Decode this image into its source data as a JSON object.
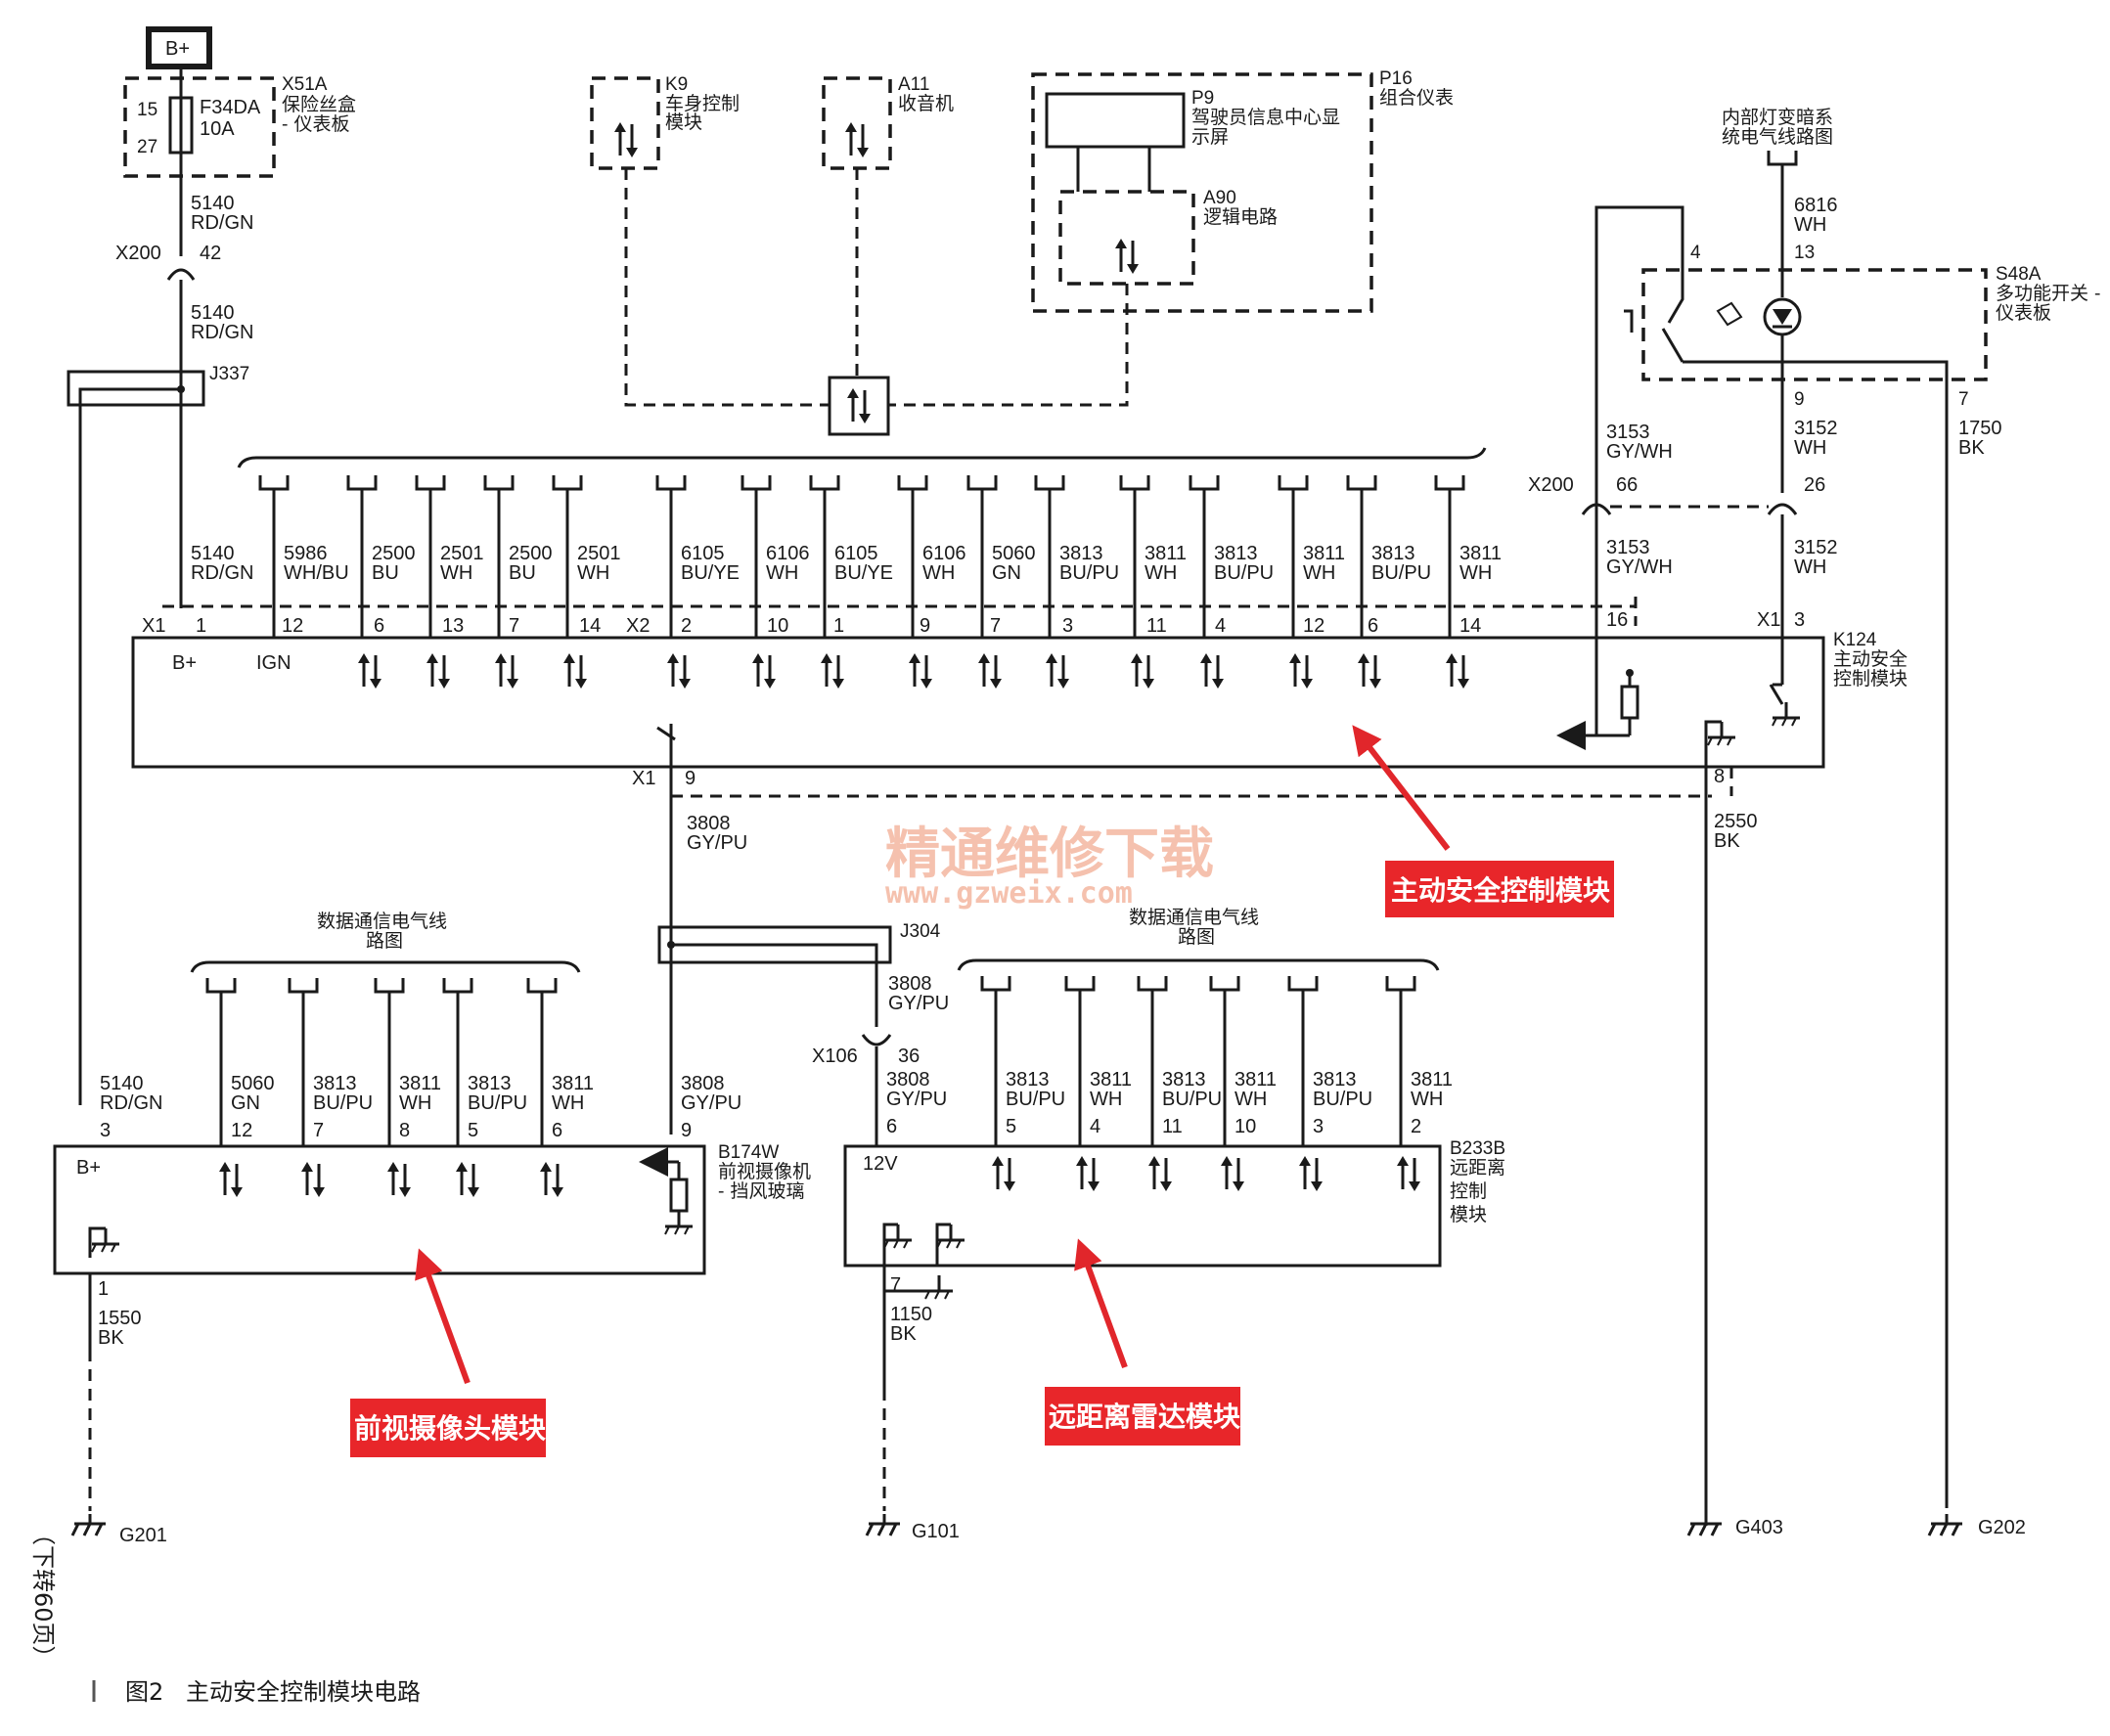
{
  "battery_label": "B+",
  "fuse_box": {
    "id": "X51A",
    "name": "保险丝盒",
    "name2": "- 仪表板",
    "fuse": "F34DA",
    "rating": "10A",
    "pin_in": "15",
    "pin_out": "27"
  },
  "k9": {
    "id": "K9",
    "name": "车身控制",
    "name2": "模块"
  },
  "a11": {
    "id": "A11",
    "name": "收音机"
  },
  "p16": {
    "id": "P16",
    "name": "组合仪表"
  },
  "p9": {
    "id": "P9",
    "name": "驾驶员信息中心显",
    "name2": "示屏"
  },
  "a90": {
    "id": "A90",
    "name": "逻辑电路"
  },
  "interior_light": {
    "line1": "内部灯变暗系",
    "line2": "统电气线路图"
  },
  "s48a": {
    "id": "S48A",
    "name": "多功能开关 -",
    "name2": "仪表板",
    "pin_top": "4",
    "pin_led": "13",
    "pin_out": "9",
    "pin_gnd": "7"
  },
  "wire_5140": {
    "num": "5140",
    "color": "RD/GN"
  },
  "x200": {
    "id": "X200",
    "pin_a": "42",
    "pin_b": "66",
    "pin_c": "26"
  },
  "j337": "J337",
  "j304": "J304",
  "x106": {
    "id": "X106",
    "pin": "36"
  },
  "wire_6816": {
    "num": "6816",
    "color": "WH"
  },
  "wire_3153": {
    "num": "3153",
    "color": "GY/WH"
  },
  "wire_3152": {
    "num": "3152",
    "color": "WH"
  },
  "wire_1750": {
    "num": "1750",
    "color": "BK"
  },
  "k124": {
    "id": "K124",
    "name": "主动安全",
    "name2": "控制模块",
    "conn_x1": "X1",
    "conn_x2": "X2",
    "bplus": "B+",
    "ign": "IGN",
    "pin_9": "9",
    "pin_16": "16",
    "pin_3": "3",
    "pin_8": "8",
    "wires": [
      {
        "num": "5140",
        "color": "RD/GN",
        "pin": "1"
      },
      {
        "num": "5986",
        "color": "WH/BU",
        "pin": "12"
      },
      {
        "num": "2500",
        "color": "BU",
        "pin": "6"
      },
      {
        "num": "2501",
        "color": "WH",
        "pin": "13"
      },
      {
        "num": "2500",
        "color": "BU",
        "pin": "7"
      },
      {
        "num": "2501",
        "color": "WH",
        "pin": "14"
      },
      {
        "num": "6105",
        "color": "BU/YE",
        "pin": "2"
      },
      {
        "num": "6106",
        "color": "WH",
        "pin": "10"
      },
      {
        "num": "6105",
        "color": "BU/YE",
        "pin": "1"
      },
      {
        "num": "6106",
        "color": "WH",
        "pin": "9"
      },
      {
        "num": "5060",
        "color": "GN",
        "pin": "7"
      },
      {
        "num": "3813",
        "color": "BU/PU",
        "pin": "3"
      },
      {
        "num": "3811",
        "color": "WH",
        "pin": "11"
      },
      {
        "num": "3813",
        "color": "BU/PU",
        "pin": "4"
      },
      {
        "num": "3811",
        "color": "WH",
        "pin": "12"
      },
      {
        "num": "3813",
        "color": "BU/PU",
        "pin": "6"
      },
      {
        "num": "3811",
        "color": "WH",
        "pin": "14"
      }
    ]
  },
  "wire_3808": {
    "num": "3808",
    "color": "GY/PU"
  },
  "wire_2550": {
    "num": "2550",
    "color": "BK"
  },
  "data_comm": {
    "line1": "数据通信电气线",
    "line2": "路图"
  },
  "b174w": {
    "id": "B174W",
    "name": "前视摄像机",
    "name2": "- 挡风玻璃",
    "bplus": "B+",
    "wires": [
      {
        "num": "5140",
        "color": "RD/GN",
        "pin": "3"
      },
      {
        "num": "5060",
        "color": "GN",
        "pin": "12"
      },
      {
        "num": "3813",
        "color": "BU/PU",
        "pin": "7"
      },
      {
        "num": "3811",
        "color": "WH",
        "pin": "8"
      },
      {
        "num": "3813",
        "color": "BU/PU",
        "pin": "5"
      },
      {
        "num": "3811",
        "color": "WH",
        "pin": "6"
      },
      {
        "num": "3808",
        "color": "GY/PU",
        "pin": "9"
      }
    ],
    "gnd_pin": "1"
  },
  "wire_1550": {
    "num": "1550",
    "color": "BK"
  },
  "b233b": {
    "id": "B233B",
    "name": "远距离",
    "name2": "控制",
    "name3": "模块",
    "v12": "12V",
    "wires": [
      {
        "num": "3808",
        "color": "GY/PU",
        "pin": "6"
      },
      {
        "num": "3813",
        "color": "BU/PU",
        "pin": "5"
      },
      {
        "num": "3811",
        "color": "WH",
        "pin": "4"
      },
      {
        "num": "3813",
        "color": "BU/PU",
        "pin": "11"
      },
      {
        "num": "3811",
        "color": "WH",
        "pin": "10"
      },
      {
        "num": "3813",
        "color": "BU/PU",
        "pin": "3"
      },
      {
        "num": "3811",
        "color": "WH",
        "pin": "2"
      }
    ],
    "gnd_pin": "7"
  },
  "wire_1150": {
    "num": "1150",
    "color": "BK"
  },
  "grounds": [
    "G201",
    "G101",
    "G403",
    "G202"
  ],
  "annotations": {
    "active_safety": "主动安全控制模块",
    "camera": "前视摄像头模块",
    "radar": "远距离雷达模块"
  },
  "watermark": {
    "line1": "精通维修下载",
    "line2": "www.gzweix.com"
  },
  "side_note": "（下转60页）",
  "caption": {
    "fig": "图2",
    "title": "主动安全控制模块电路"
  },
  "colors": {
    "annotation_red": "#e8262a",
    "arrow_red": "#e1262b"
  }
}
